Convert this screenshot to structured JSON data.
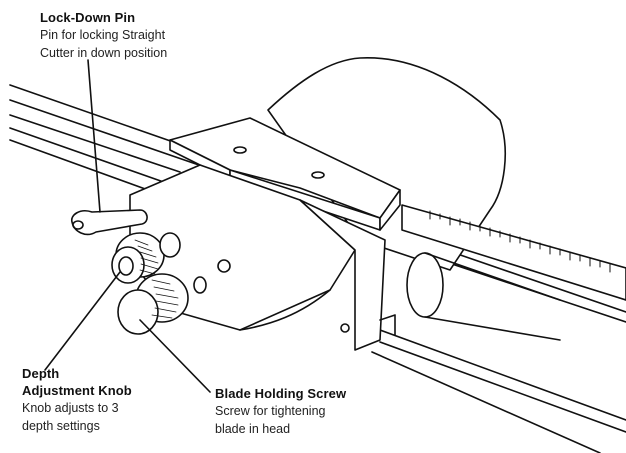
{
  "callouts": {
    "lock_down_pin": {
      "title": "Lock-Down Pin",
      "line1": "Pin for locking Straight",
      "line2": "Cutter in down position"
    },
    "depth_adjustment_knob": {
      "title_line1": "Depth",
      "title_line2": "Adjustment Knob",
      "line1": "Knob adjusts to 3",
      "line2": "depth settings"
    },
    "blade_holding_screw": {
      "title": "Blade Holding Screw",
      "line1": "Screw for tightening",
      "line2": "blade in head"
    }
  },
  "icons": [
    "lock-down-pin-icon",
    "depth-knob-icon",
    "blade-screw-icon",
    "ruler-scale-icon"
  ],
  "colors": {
    "ink": "#111111",
    "paper": "#ffffff"
  }
}
